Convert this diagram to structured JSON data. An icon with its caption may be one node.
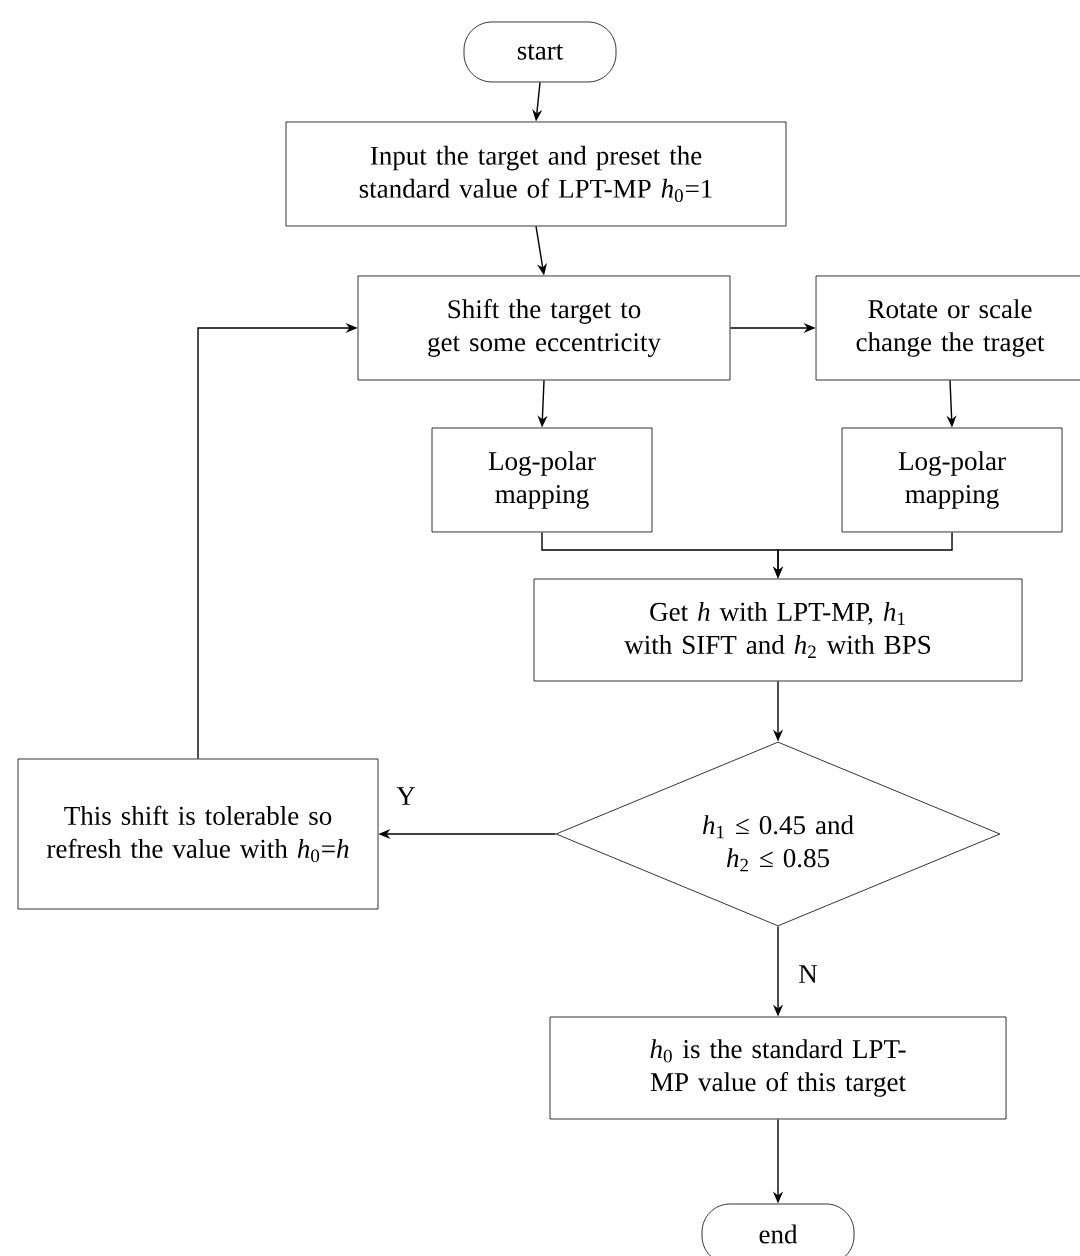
{
  "diagram": {
    "nodes": [
      {
        "text": [
          "start"
        ]
      },
      {
        "text": [
          "Input the target and preset the standard value of LPT-MP *h*$_{0}$=1"
        ]
      },
      {
        "text": [
          "Shift the target to get some eccentricity"
        ]
      },
      {
        "text": [
          "Rotate or scale change the traget"
        ]
      },
      {
        "text": [
          "Log-polar mapping"
        ]
      },
      {
        "text": [
          "Log-polar mapping"
        ]
      },
      {
        "text": [
          "Get *h* with LPT-MP, *h*$_{1}$ with SIFT and *h*$_{2}$ with BPS"
        ]
      },
      {
        "text": [
          "*h*$_{1}$ ≤ 0.45 and *h*$_{2}$ ≤ 0.85"
        ]
      },
      {
        "text": [
          "This shift is tolerable so refresh the value with *h*$_{0}$=*h*"
        ]
      },
      {
        "text": [
          "*h*$_{0}$ is the standard  LPT-MP value of this target"
        ]
      },
      {
        "text": [
          "end"
        ]
      }
    ],
    "edges": [
      {
        "from": 0,
        "to": 1,
        "arrow": "to"
      },
      {
        "from": 1,
        "to": 2,
        "arrow": "to"
      },
      {
        "from": 2,
        "to": 3,
        "arrow": "to"
      },
      {
        "from": 2,
        "to": 4,
        "arrow": "to"
      },
      {
        "from": 3,
        "to": 5,
        "arrow": "to"
      },
      {
        "from": 4,
        "to": 6,
        "arrow": "to"
      },
      {
        "from": 5,
        "to": 6,
        "arrow": "to"
      },
      {
        "from": 6,
        "to": 7,
        "arrow": "to"
      },
      {
        "from": 7,
        "to": 8,
        "label": "Y",
        "arrow": "to"
      },
      {
        "from": 8,
        "to": 2,
        "arrow": "to"
      },
      {
        "from": 7,
        "to": 9,
        "label": "N",
        "arrow": "to"
      },
      {
        "from": 9,
        "to": 10,
        "arrow": "to"
      }
    ]
  }
}
